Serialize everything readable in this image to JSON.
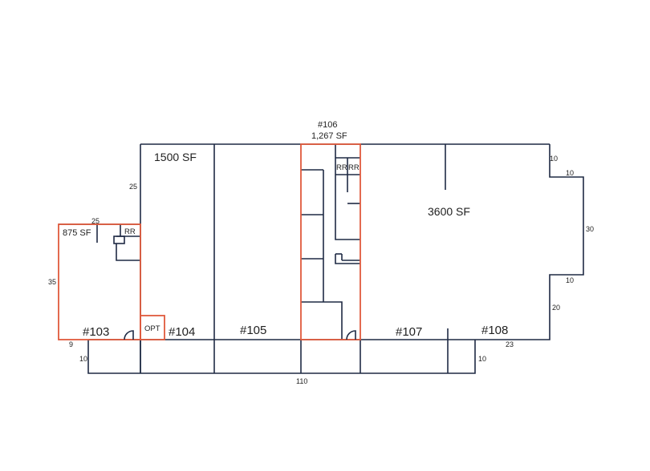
{
  "units": {
    "u103": "#103",
    "u104": "#104",
    "u105": "#105",
    "u106": "#106",
    "u107": "#107",
    "u108": "#108"
  },
  "areas": {
    "a103": "875 SF",
    "a104": "1500 SF",
    "a106": "1,267 SF",
    "a107": "3600 SF"
  },
  "labels": {
    "rr_left": "RR",
    "rr_mid_1": "RR",
    "rr_mid_2": "RR",
    "opt": "OPT"
  },
  "dimensions": {
    "d_25_left": "25",
    "d_25_top": "25",
    "d_35": "35",
    "d_9": "9",
    "d_10_bl": "10",
    "d_110": "110",
    "d_10_br": "10",
    "d_23": "23",
    "d_20": "20",
    "d_10_r1": "10",
    "d_30": "30",
    "d_10_r2": "10",
    "d_10_r3": "10"
  },
  "colors": {
    "wall": "#1f2a44",
    "highlight": "#e05a3c"
  }
}
